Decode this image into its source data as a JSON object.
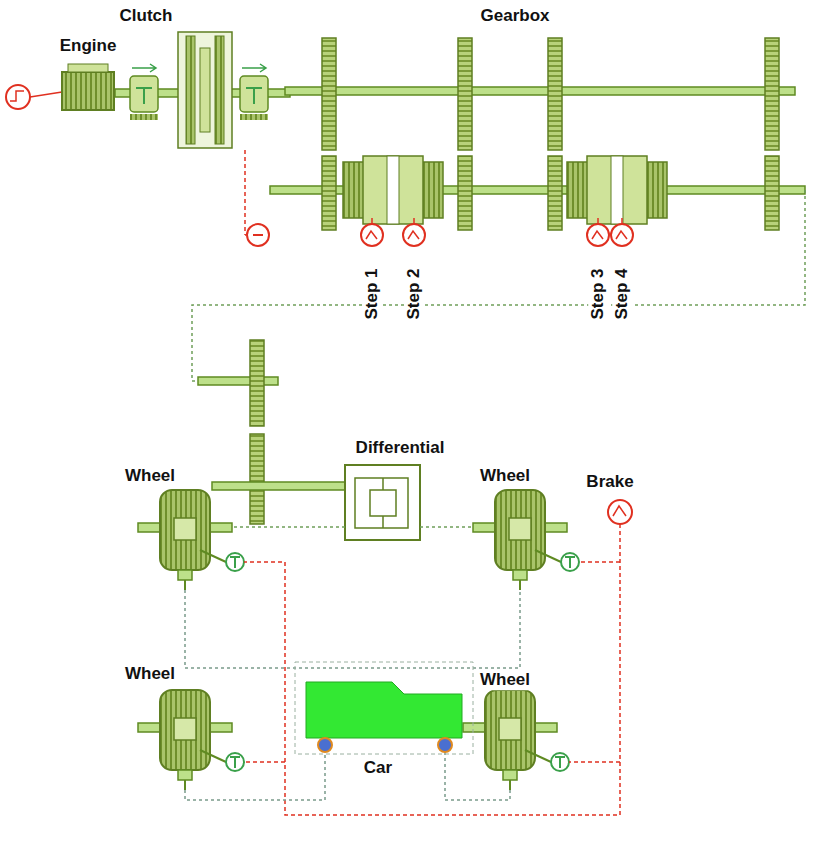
{
  "diagram": {
    "labels": [
      "Engine",
      "Clutch",
      "Gearbox",
      "Step 1",
      "Step 2",
      "Step 3",
      "Step 4",
      "Differential",
      "Wheel",
      "Wheel",
      "Brake",
      "Wheel",
      "Wheel",
      "Car"
    ]
  }
}
